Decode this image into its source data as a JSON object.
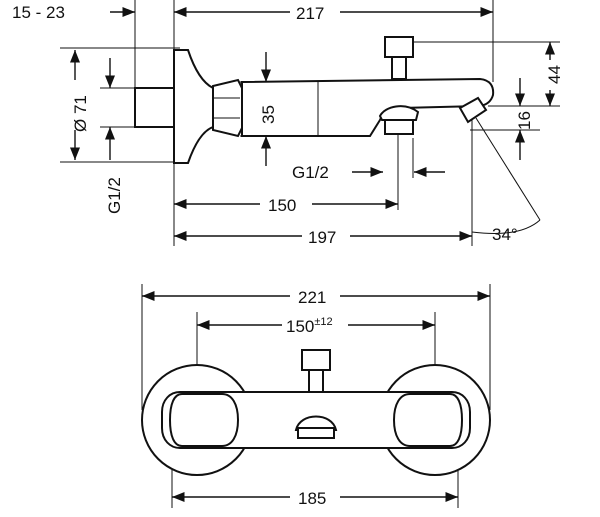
{
  "dimensions": {
    "mount_depth": "15 - 23",
    "overall_length": "217",
    "spout_height": "44",
    "diameter": "Ø 71",
    "body_height": "35",
    "spout_drop": "16",
    "inlet_thread_side": "G1/2",
    "outlet_thread": "G1/2",
    "outlet_distance": "150",
    "spout_reach": "197",
    "spray_angle": "34°",
    "total_width": "221",
    "centers_value": "150",
    "centers_tolerance": "±12",
    "flange_width": "185"
  }
}
